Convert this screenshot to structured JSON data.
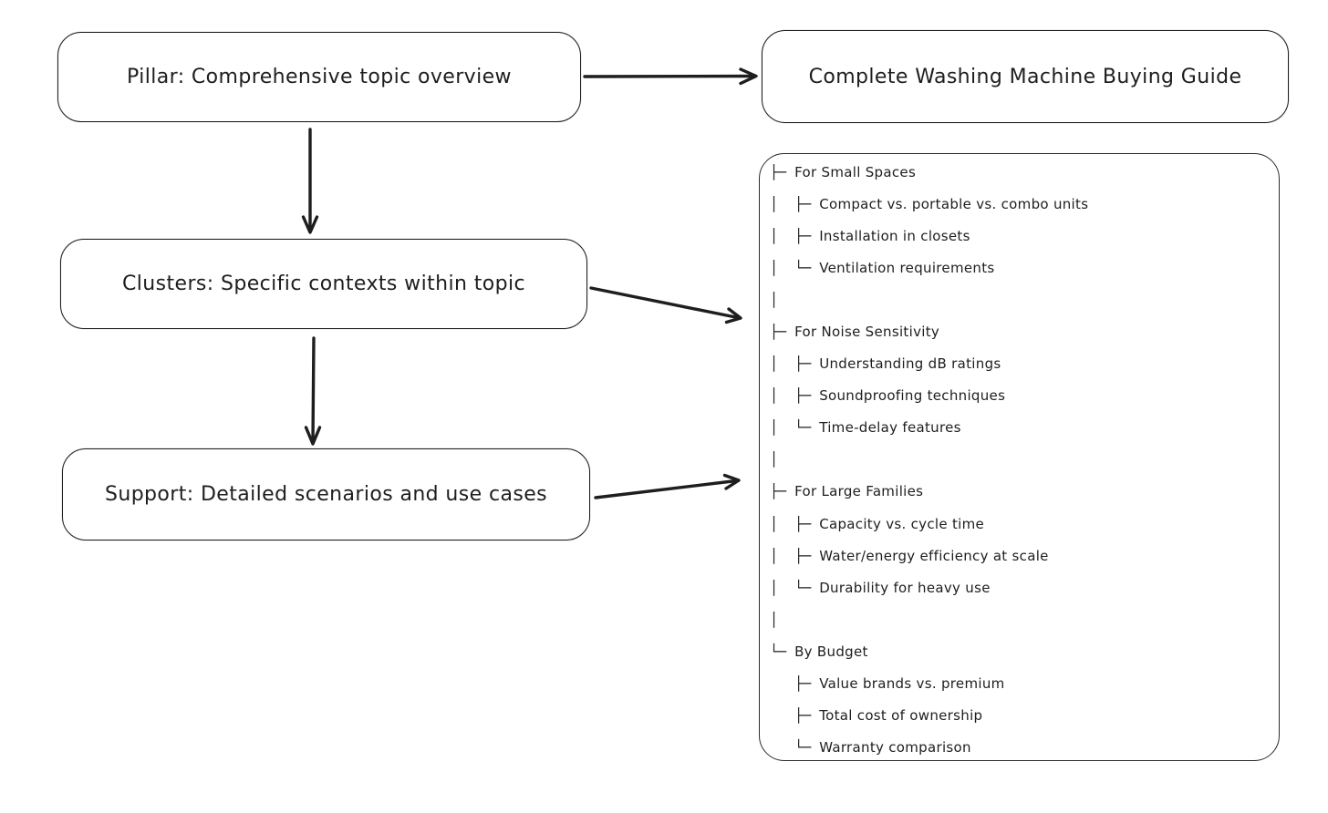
{
  "nodes": {
    "pillar": {
      "label": "Pillar: Comprehensive topic overview"
    },
    "clusters": {
      "label": "Clusters: Specific contexts within topic"
    },
    "support": {
      "label": "Support: Detailed scenarios and use cases"
    },
    "guide": {
      "label": "Complete Washing Machine Buying Guide"
    }
  },
  "tree": {
    "lines": [
      {
        "prefix": "├─ ",
        "label": "For Small Spaces"
      },
      {
        "prefix": "│  ├─ ",
        "label": "Compact vs. portable vs. combo units"
      },
      {
        "prefix": "│  ├─ ",
        "label": "Installation in closets"
      },
      {
        "prefix": "│  └─ ",
        "label": "Ventilation requirements"
      },
      {
        "prefix": "│",
        "label": ""
      },
      {
        "prefix": "├─ ",
        "label": "For Noise Sensitivity"
      },
      {
        "prefix": "│  ├─ ",
        "label": "Understanding dB ratings"
      },
      {
        "prefix": "│  ├─ ",
        "label": "Soundproofing techniques"
      },
      {
        "prefix": "│  └─ ",
        "label": "Time-delay features"
      },
      {
        "prefix": "│",
        "label": ""
      },
      {
        "prefix": "├─ ",
        "label": "For Large Families"
      },
      {
        "prefix": "│  ├─ ",
        "label": "Capacity vs. cycle time"
      },
      {
        "prefix": "│  ├─ ",
        "label": "Water/energy efficiency at scale"
      },
      {
        "prefix": "│  └─ ",
        "label": "Durability for heavy use"
      },
      {
        "prefix": "│",
        "label": ""
      },
      {
        "prefix": "└─ ",
        "label": "By Budget"
      },
      {
        "prefix": "   ├─ ",
        "label": "Value brands vs. premium"
      },
      {
        "prefix": "   ├─ ",
        "label": "Total cost of ownership"
      },
      {
        "prefix": "   └─ ",
        "label": "Warranty comparison"
      }
    ]
  },
  "colors": {
    "ink": "#1e1e1e",
    "background": "#ffffff"
  }
}
